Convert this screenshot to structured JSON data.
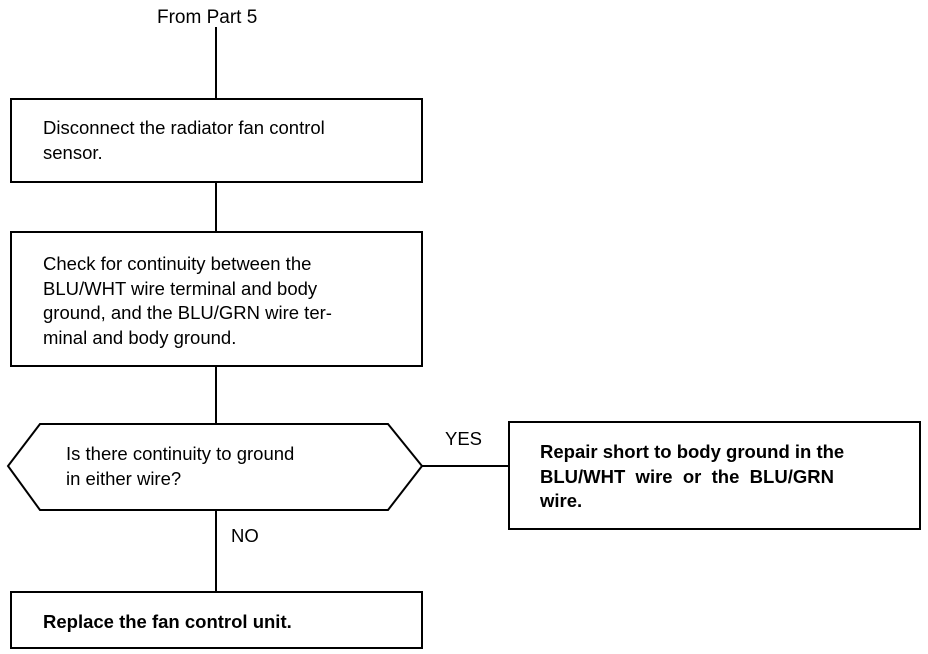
{
  "start_label": "From Part 5",
  "step1": {
    "line1": "Disconnect the radiator fan control",
    "line2": "sensor."
  },
  "step2": {
    "line1": "Check for continuity between the",
    "line2": "BLU/WHT wire terminal and body",
    "line3": "ground, and the BLU/GRN wire ter-",
    "line4": "minal and body ground."
  },
  "decision": {
    "line1": "Is there continuity to ground",
    "line2": "in either wire?"
  },
  "yes_label": "YES",
  "no_label": "NO",
  "yes_result": {
    "line1": "Repair short to body ground in the",
    "line2": "BLU/WHT  wire  or  the  BLU/GRN",
    "line3": "wire."
  },
  "no_result": {
    "line1": "Replace the fan control unit."
  }
}
